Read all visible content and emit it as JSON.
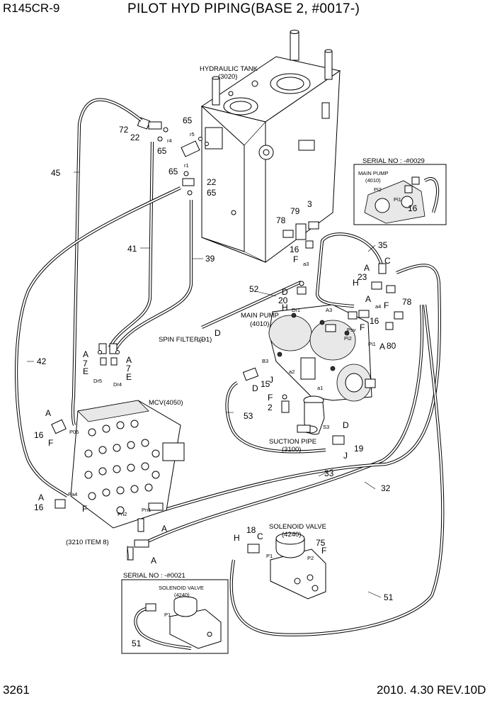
{
  "header": {
    "model": "R145CR-9",
    "title": "PILOT HYD PIPING(BASE 2, #0017-)"
  },
  "footer": {
    "page_number": "3261",
    "revision": "2010. 4.30  REV.10D"
  },
  "components": {
    "hydraulic_tank": "HYDRAULIC TANK",
    "hydraulic_tank_no": "(3020)",
    "main_pump": "MAIN PUMP",
    "main_pump_no": "(4010)",
    "mcv": "MCV(4050)",
    "suction_pipe": "SUCTION PIPE",
    "suction_pipe_no": "(3100)",
    "solenoid_valve": "SOLENOID VALVE",
    "solenoid_valve_no": "(4240)",
    "spin_filter": "SPIN FILTER(D1)",
    "item_ref": "(3210 ITEM 8)"
  },
  "insets": {
    "serial_top": "SERIAL NO : -#0029",
    "serial_top_pump": "MAIN PUMP",
    "serial_top_pump_no": "(4010)",
    "serial_top_part": "16",
    "serial_top_port1": "Pi2",
    "serial_top_port2": "Pi1",
    "serial_bottom": "SERIAL NO : -#0021",
    "serial_bottom_valve": "SOLENOID VALVE",
    "serial_bottom_valve_no": "(4240)",
    "serial_bottom_part": "51",
    "serial_bottom_port": "P1"
  },
  "part_numbers": {
    "p72": "72",
    "p22a": "22",
    "p65a": "65",
    "p65b": "65",
    "p65c": "65",
    "p65d": "65",
    "p22b": "22",
    "p45": "45",
    "p41": "41",
    "p39": "39",
    "p42": "42",
    "p79": "79",
    "p3": "3",
    "p78a": "78",
    "p16a": "16",
    "p35": "35",
    "p52": "52",
    "p23": "23",
    "p20": "20",
    "p16b": "16",
    "p78b": "78",
    "p80": "80",
    "p15": "15",
    "p2": "2",
    "p53": "53",
    "p19": "19",
    "p33": "33",
    "p32": "32",
    "p7a": "7",
    "p7b": "7",
    "p16c": "16",
    "p16d": "16",
    "p18": "18",
    "p75": "75",
    "p51": "51"
  },
  "letters": {
    "A1": "A",
    "A2": "A",
    "A3": "A",
    "A4": "A",
    "A5": "A",
    "A6": "A",
    "A7": "A",
    "A8": "A",
    "A9": "A",
    "C1": "C",
    "C2": "C",
    "D1": "D",
    "D2": "D",
    "D3": "D",
    "D4": "D",
    "E1": "E",
    "E2": "E",
    "F1": "F",
    "F2": "F",
    "F3": "F",
    "F4": "F",
    "F5": "F",
    "F6": "F",
    "F7": "F",
    "H1": "H",
    "H2": "H",
    "H3": "H",
    "J1": "J",
    "J2": "J"
  },
  "ports": {
    "r1": "r1",
    "r4": "r4",
    "r5": "r5",
    "a3": "a3",
    "a4": "a4",
    "a2": "a2",
    "a1": "a1",
    "Dr1": "Dr1",
    "A3": "A3",
    "Psv": "Psv",
    "Pi2": "Pi2",
    "Pi1": "Pi1",
    "B3": "B3",
    "S3": "S3",
    "Dr5": "Dr5",
    "Dr4": "Dr4",
    "P05": "P05",
    "Pa4": "Pa4",
    "Pn1": "Pn1",
    "Pn2": "Pn2",
    "P1": "P1",
    "P2": "P2"
  }
}
